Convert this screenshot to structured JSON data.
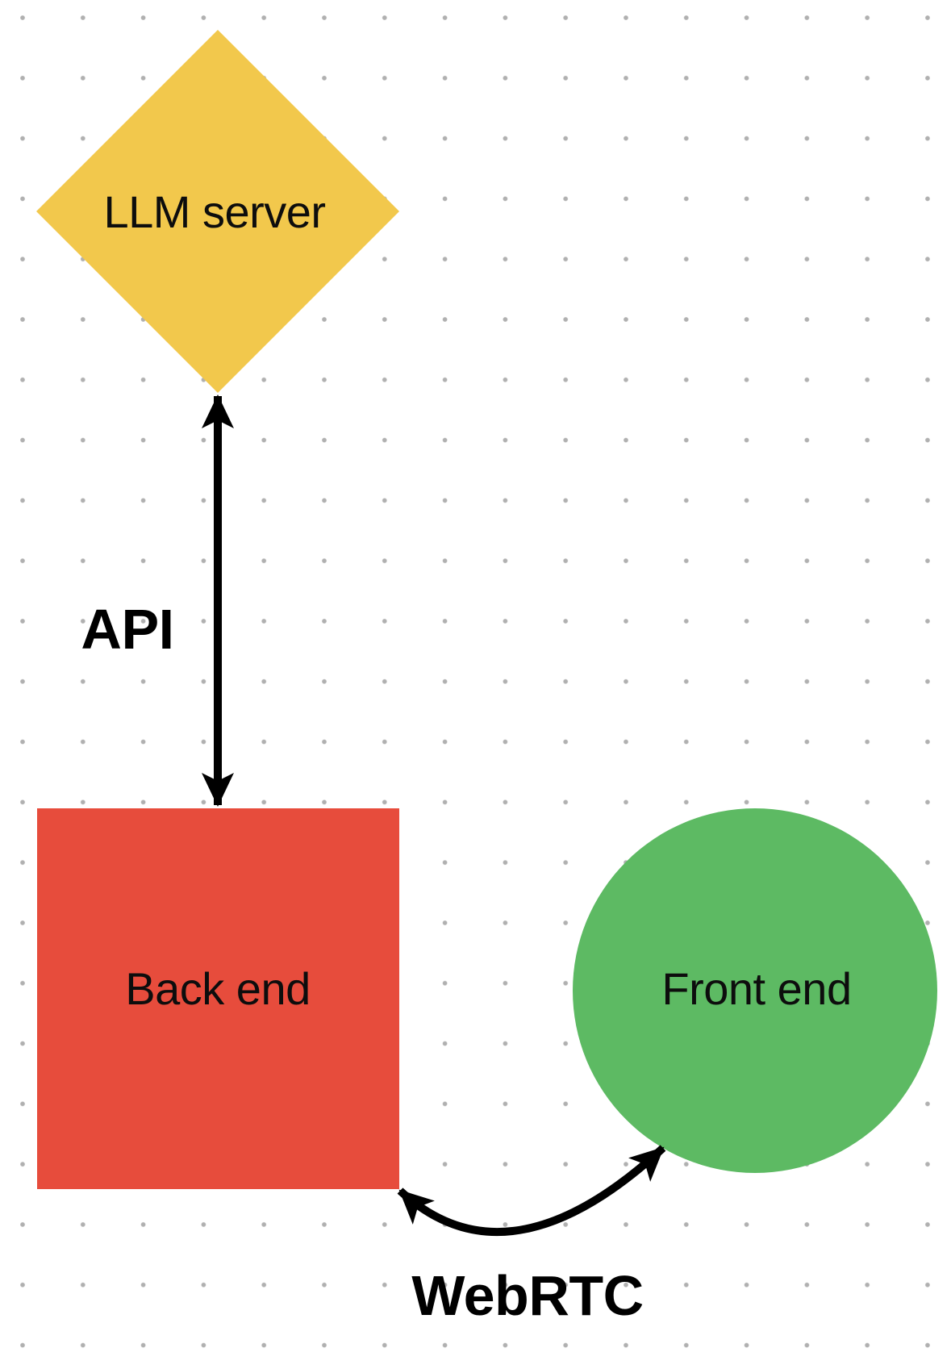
{
  "canvas": {
    "background": "#FFFFFF",
    "dot_color": "#B0B0B0",
    "arrow_color": "#000000"
  },
  "nodes": {
    "llm_server": {
      "label": "LLM server",
      "shape": "diamond",
      "fill": "#F2C84C"
    },
    "back_end": {
      "label": "Back end",
      "shape": "square",
      "fill": "#E74C3C"
    },
    "front_end": {
      "label": "Front end",
      "shape": "circle",
      "fill": "#5DBA63"
    }
  },
  "edges": {
    "api": {
      "label": "API",
      "from": "LLM server",
      "to": "Back end",
      "arrow": "double-headed straight"
    },
    "webrtc": {
      "label": "WebRTC",
      "from": "Back end",
      "to": "Front end",
      "arrow": "double-headed curved"
    }
  }
}
